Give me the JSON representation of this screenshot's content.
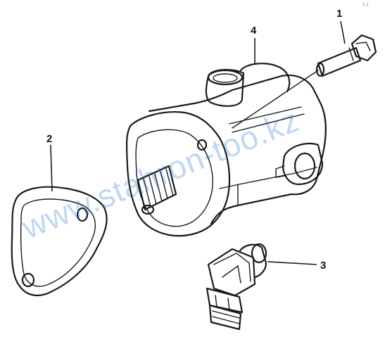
{
  "callouts": {
    "bolt": "1",
    "gasket": "2",
    "elbow_fitting": "3",
    "pump_housing": "4"
  },
  "watermark_text": "www.stahron-too.kz",
  "corner_mark": "T-1"
}
